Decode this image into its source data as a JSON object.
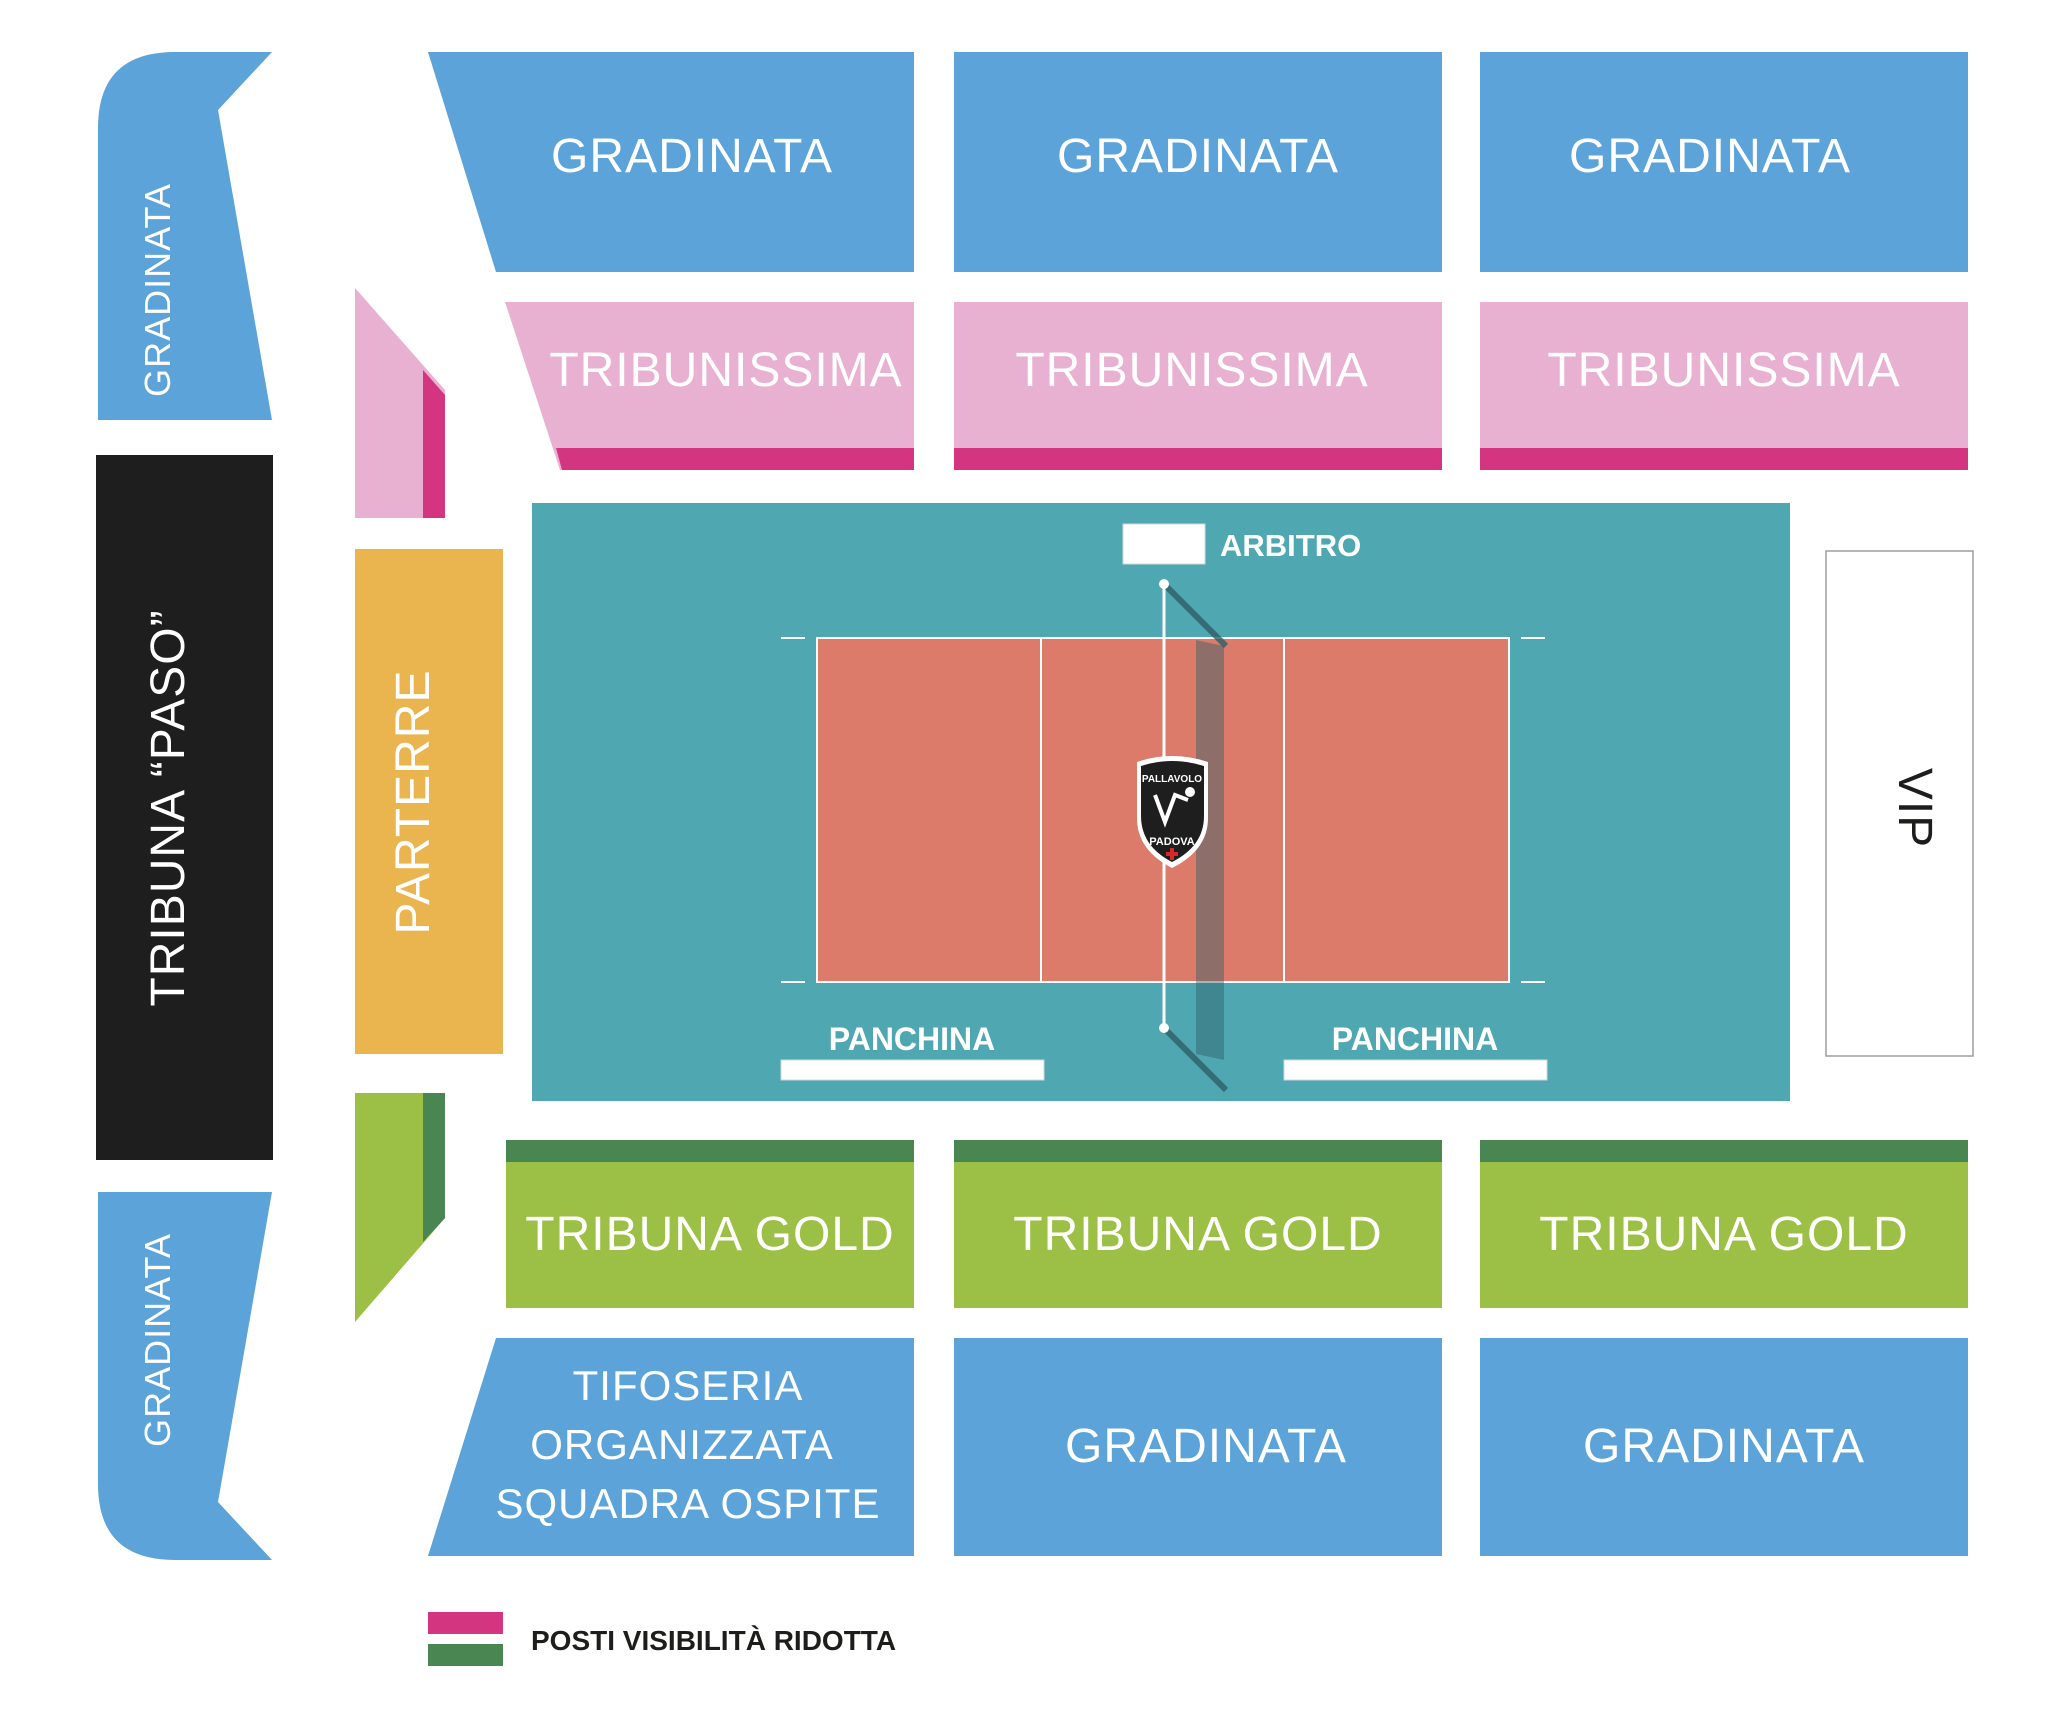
{
  "colors": {
    "gradinata": "#5ba3d9",
    "tribunissima": "#e8b1d1",
    "tribunissima_reduced": "#d43580",
    "gold": "#9cc045",
    "gold_reduced": "#4a8652",
    "parterre": "#eab44f",
    "paso": "#1e1e1e",
    "court_area": "#4fa7b2",
    "court": "#dd7b6b",
    "white": "#ffffff"
  },
  "sections": {
    "gradinata_top_1": "GRADINATA",
    "gradinata_top_2": "GRADINATA",
    "gradinata_top_3": "GRADINATA",
    "tribunissima_1": "TRIBUNISSIMA",
    "tribunissima_2": "TRIBUNISSIMA",
    "tribunissima_3": "TRIBUNISSIMA",
    "gradinata_left_top": "GRADINATA",
    "gradinata_left_bottom": "GRADINATA",
    "tribuna_paso": "TRIBUNA “PASO”",
    "parterre": "PARTERRE",
    "vip": "VIP",
    "tribuna_gold_1": "TRIBUNA GOLD",
    "tribuna_gold_2": "TRIBUNA GOLD",
    "tribuna_gold_3": "TRIBUNA GOLD",
    "tifoseria_line1": "TIFOSERIA",
    "tifoseria_line2": "ORGANIZZATA",
    "tifoseria_line3": "SQUADRA OSPITE",
    "gradinata_bottom_2": "GRADINATA",
    "gradinata_bottom_3": "GRADINATA"
  },
  "court": {
    "arbitro": "ARBITRO",
    "panchina_left": "PANCHINA",
    "panchina_right": "PANCHINA",
    "logo_top": "PALLAVOLO",
    "logo_bottom": "PADOVA"
  },
  "legend": {
    "label": "POSTI VISIBILITÀ RIDOTTA"
  }
}
